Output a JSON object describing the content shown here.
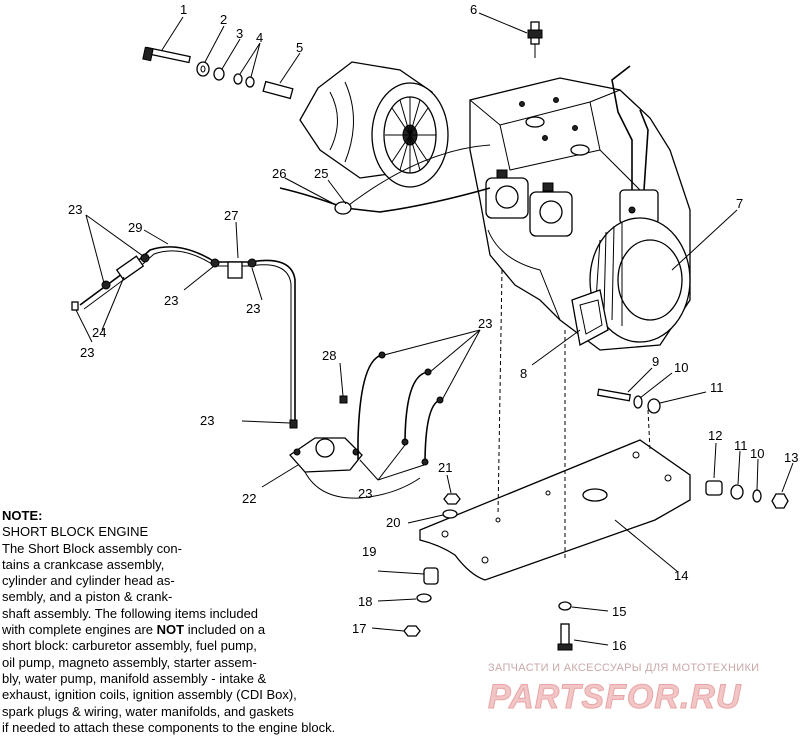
{
  "callouts": [
    {
      "id": "c1",
      "text": "1"
    },
    {
      "id": "c2",
      "text": "2"
    },
    {
      "id": "c3",
      "text": "3"
    },
    {
      "id": "c4",
      "text": "4"
    },
    {
      "id": "c5",
      "text": "5"
    },
    {
      "id": "c6",
      "text": "6"
    },
    {
      "id": "c7",
      "text": "7"
    },
    {
      "id": "c8",
      "text": "8"
    },
    {
      "id": "c9",
      "text": "9"
    },
    {
      "id": "c10a",
      "text": "10"
    },
    {
      "id": "c11a",
      "text": "11"
    },
    {
      "id": "c12",
      "text": "12"
    },
    {
      "id": "c11b",
      "text": "11"
    },
    {
      "id": "c10b",
      "text": "10"
    },
    {
      "id": "c13",
      "text": "13"
    },
    {
      "id": "c14",
      "text": "14"
    },
    {
      "id": "c15",
      "text": "15"
    },
    {
      "id": "c16",
      "text": "16"
    },
    {
      "id": "c17",
      "text": "17"
    },
    {
      "id": "c18",
      "text": "18"
    },
    {
      "id": "c19",
      "text": "19"
    },
    {
      "id": "c20",
      "text": "20"
    },
    {
      "id": "c21",
      "text": "21"
    },
    {
      "id": "c22",
      "text": "22"
    },
    {
      "id": "c23a",
      "text": "23"
    },
    {
      "id": "c23b",
      "text": "23"
    },
    {
      "id": "c23c",
      "text": "23"
    },
    {
      "id": "c23d",
      "text": "23"
    },
    {
      "id": "c23e",
      "text": "23"
    },
    {
      "id": "c23f",
      "text": "23"
    },
    {
      "id": "c23g",
      "text": "23"
    },
    {
      "id": "c24",
      "text": "24"
    },
    {
      "id": "c25",
      "text": "25"
    },
    {
      "id": "c26",
      "text": "26"
    },
    {
      "id": "c27",
      "text": "27"
    },
    {
      "id": "c28",
      "text": "28"
    },
    {
      "id": "c29",
      "text": "29"
    }
  ],
  "note": {
    "heading": "NOTE:",
    "subheading": "SHORT BLOCK ENGINE",
    "lines": [
      "The Short Block assembly con-",
      "tains a crankcase assembly,",
      "cylinder and cylinder head as-",
      "sembly, and a piston & crank-",
      "shaft assembly.  The following items included",
      "with complete engines are NOT included on a",
      "short block:  carburetor assembly, fuel pump,",
      "oil pump, magneto assembly, starter assem-",
      "bly, water pump, manifold assembly - intake &",
      "exhaust, ignition coils, ignition assembly (CDI Box),",
      "spark plugs & wiring, water manifolds, and gaskets",
      "if needed to attach these components to the engine block."
    ]
  },
  "watermark": {
    "tagline": "ЗАПЧАСТИ И АКСЕССУАРЫ ДЛЯ МОТОТЕХНИКИ",
    "logo": "PARTSFOR.RU"
  }
}
